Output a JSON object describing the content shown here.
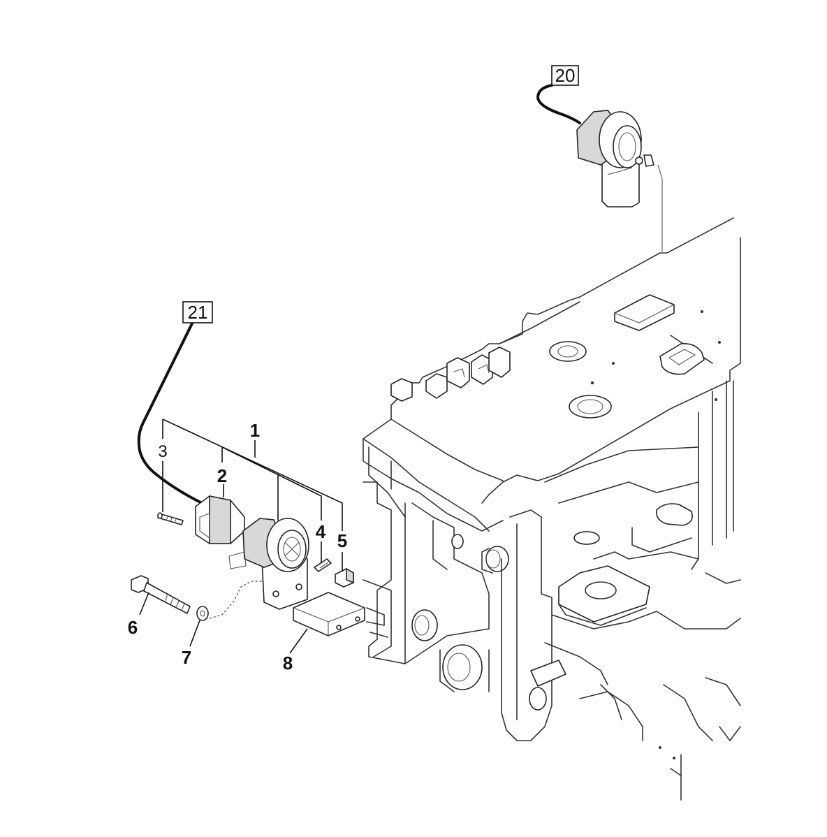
{
  "callouts": {
    "c1": "1",
    "c2": "2",
    "c3": "3",
    "c4": "4",
    "c5": "5",
    "c6": "6",
    "c7": "7",
    "c8": "8",
    "c20": "20",
    "c21": "21"
  },
  "colors": {
    "line": "#222222",
    "background": "#ffffff"
  }
}
